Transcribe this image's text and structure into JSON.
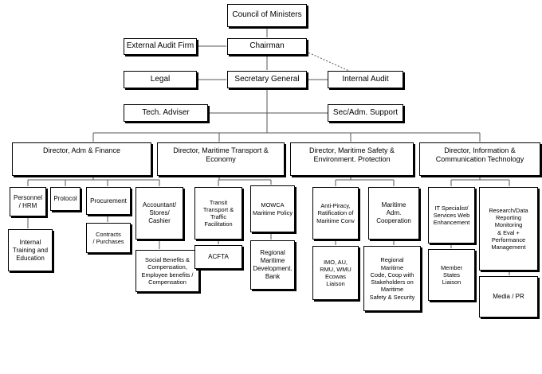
{
  "colors": {
    "line": "#555555",
    "box_border": "#000000",
    "background": "#ffffff"
  },
  "top": {
    "council": "Council of Ministers",
    "chairman": "Chairman",
    "external_audit": "External Audit Firm",
    "secretary_general": "Secretary General",
    "legal": "Legal",
    "internal_audit": "Internal Audit",
    "tech_adviser": "Tech. Adviser",
    "sec_support": "Sec/Adm. Support"
  },
  "directors": {
    "adm_finance": "Director, Adm & Finance",
    "maritime_transport": "Director, Maritime Transport &\nEconomy",
    "maritime_safety": "Director, Maritime Safety &\nEnvironment. Protection",
    "ict": "Director, Information &\nCommunication Technology"
  },
  "units": {
    "personnel": "Personnel\n/ HRM",
    "protocol": "Protocol",
    "procurement": "Procurement",
    "accountant": "Accountant/\nStores/\nCashier",
    "training": "Internal\nTraining and\nEducation",
    "contracts": "Contracts\n/ Purchases",
    "social_benefits": "Social Benefits &\nCompensation,\nEmployee benefits /\nCompensation",
    "transit": "Transit\nTransport &\nTraffic\nFacilitation",
    "mowca": "MOWCA\nMaritime Policy",
    "acfta": "ACFTA",
    "regional_bank": "Regional\nMaritime\nDevelopment.\nBank",
    "anti_piracy": "Anti-Piracy,\nRatification of\nMaritime Conv",
    "maritime_coop": "Maritime\nAdm.\nCooperation",
    "imo": "IMO, AU,\nRMU, WMU\nEcowas\nLiaison",
    "regional_code": "Regional\nMaritime\nCode, Coop with\nStakeholders on\nMaritime\nSafety & Security",
    "it_specialist": "IT Specialist/\nServices Web\nEnhancement",
    "research": "Research/Data\nReporting\nMonitoring\n& Eval +\nPerformance\nManagement",
    "member_states": "Member\nStates\nLiaison",
    "media": "Media / PR"
  }
}
